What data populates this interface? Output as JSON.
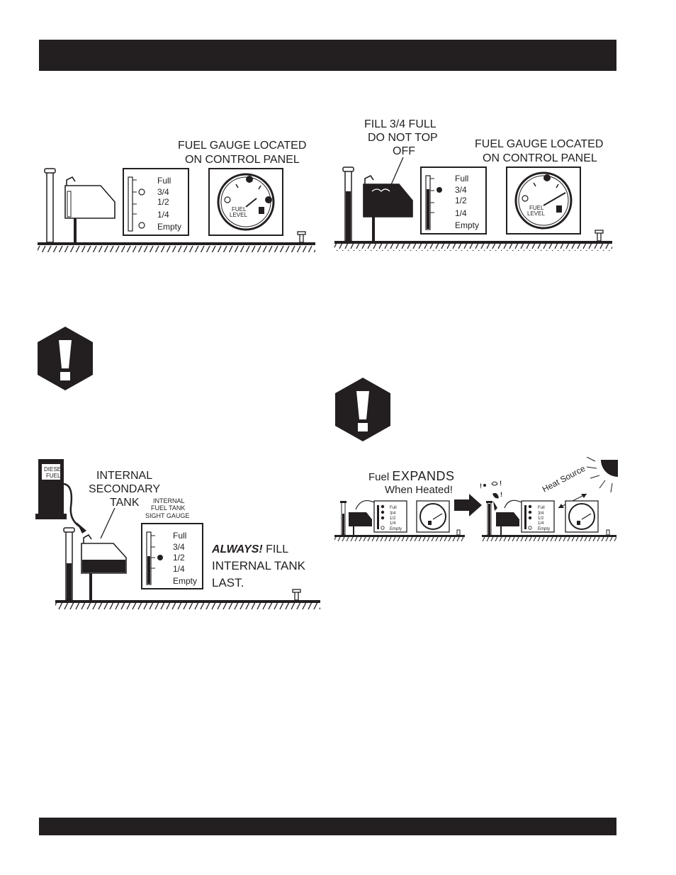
{
  "colors": {
    "ink": "#231f20",
    "paper": "#ffffff"
  },
  "figure1": {
    "callout_line1": "FUEL GAUGE LOCATED",
    "callout_line2": "ON CONTROL PANEL",
    "sight_gauge_levels": [
      "Full",
      "3/4",
      "1/2",
      "1/4",
      "Empty"
    ],
    "dial_label_line1": "FUEL",
    "dial_label_line2": "LEVEL"
  },
  "figure2": {
    "note_line1": "FILL 3/4 FULL",
    "note_line2": "DO NOT TOP",
    "note_line3": "OFF",
    "callout_line1": "FUEL GAUGE LOCATED",
    "callout_line2": "ON CONTROL PANEL",
    "sight_gauge_levels": [
      "Full",
      "3/4",
      "1/2",
      "1/4",
      "Empty"
    ],
    "dial_label_line1": "FUEL",
    "dial_label_line2": "LEVEL"
  },
  "warning_icons": [
    "exclamation-hexagon-icon",
    "exclamation-hexagon-icon"
  ],
  "figure3": {
    "pump_label_line1": "DIESEL",
    "pump_label_line2": "FUEL",
    "secondary_line1": "INTERNAL",
    "secondary_line2": "SECONDARY",
    "secondary_line3": "TANK",
    "sight_line1": "INTERNAL",
    "sight_line2": "FUEL TANK",
    "sight_line3": "SIGHT GAUGE",
    "sight_gauge_levels": [
      "Full",
      "3/4",
      "1/2",
      "1/4",
      "Empty"
    ],
    "always_word": "ALWAYS!",
    "always_rest1": " FILL",
    "always_line2": "INTERNAL TANK",
    "always_line3": "LAST."
  },
  "figure4": {
    "fuel_word": "Fuel ",
    "expands_word": "EXPANDS",
    "heated_line": "When Heated!",
    "heat_source": "Heat Source",
    "mini_levels": [
      "Full",
      "3/4",
      "1/2",
      "1/4",
      "Empty"
    ]
  }
}
